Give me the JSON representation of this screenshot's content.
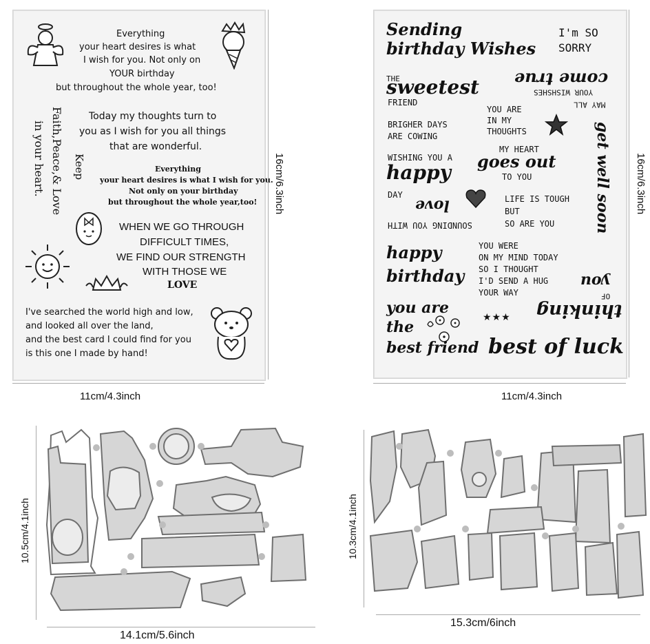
{
  "sheet1": {
    "everything_top": [
      "Everything",
      "your heart desires is what",
      "I wish for you. Not only on",
      "YOUR birthday",
      "but throughout the whole year, too!"
    ],
    "today": [
      "Today my thoughts turn to",
      "you as I wish for you all things",
      "that are wonderful."
    ],
    "vertical_faith": [
      "Faith,Peace,& Love",
      "in your heart."
    ],
    "vertical_keep": "Keep",
    "everything_bold": [
      "Everything",
      "your heart desires is what I wish for you.",
      "Not only on your birthday",
      "but throughout the whole year,too!"
    ],
    "when": [
      "WHEN WE GO THROUGH",
      "DIFFICULT TIMES,",
      "WE FIND OUR STRENGTH",
      "WITH THOSE WE"
    ],
    "love": "LOVE",
    "searched": [
      "I've searched the world high and low,",
      "and looked all over the land,",
      "and the best card I could find for you",
      "is this one I made by hand!"
    ]
  },
  "sheet2": {
    "sending": [
      "Sending",
      "birthday Wishes"
    ],
    "sorry": [
      "I'm SO",
      "SORRY"
    ],
    "the": "THE",
    "sweetest": "sweetest",
    "friend": "FRIEND",
    "come_true": "come true",
    "may_all": "MAY ALL",
    "your_wishes": "YOUR WISHSHES",
    "you_are_in": [
      "YOU ARE",
      "IN MY",
      "THOUGHTS"
    ],
    "brighter": [
      "BRIGHER DAYS",
      "ARE COWING"
    ],
    "get_well": "get well soon",
    "wishing": "WISHING YOU A",
    "happy": "happy",
    "day": "DAY",
    "my_heart": "MY HEART",
    "goes_out": "goes out",
    "to_you": "TO YOU",
    "love": "love",
    "sounding": "SOUNDING YOU WITH",
    "life": [
      "LIFE IS TOUGH",
      "BUT",
      "SO ARE YOU"
    ],
    "happy_birthday": [
      "happy",
      "birthday"
    ],
    "you_were": [
      "YOU WERE",
      "ON MY MIND TODAY",
      "SO I THOUGHT",
      "I'D SEND A HUG",
      "YOUR WAY"
    ],
    "of": "OF",
    "you": "you",
    "you_are": "you are",
    "the2": "the",
    "best_friend": "best friend",
    "thinking": "thinking",
    "best_of_luck": "best of luck",
    "stars": "★★★"
  },
  "dims": {
    "sheet1_width": "11cm/4.3inch",
    "sheet1_height": "16cm/6.3inch",
    "sheet2_width": "11cm/4.3inch",
    "sheet2_height": "16cm/6.3inch",
    "die1_width": "14.1cm/5.6inch",
    "die1_height": "10.5cm/4.1inch",
    "die2_width": "15.3cm/6inch",
    "die2_height": "10.3cm/4.1inch"
  },
  "colors": {
    "die_metal": "#b9b9b9",
    "die_edge": "#6f6f6f",
    "sheet_bg": "#f4f4f4"
  }
}
